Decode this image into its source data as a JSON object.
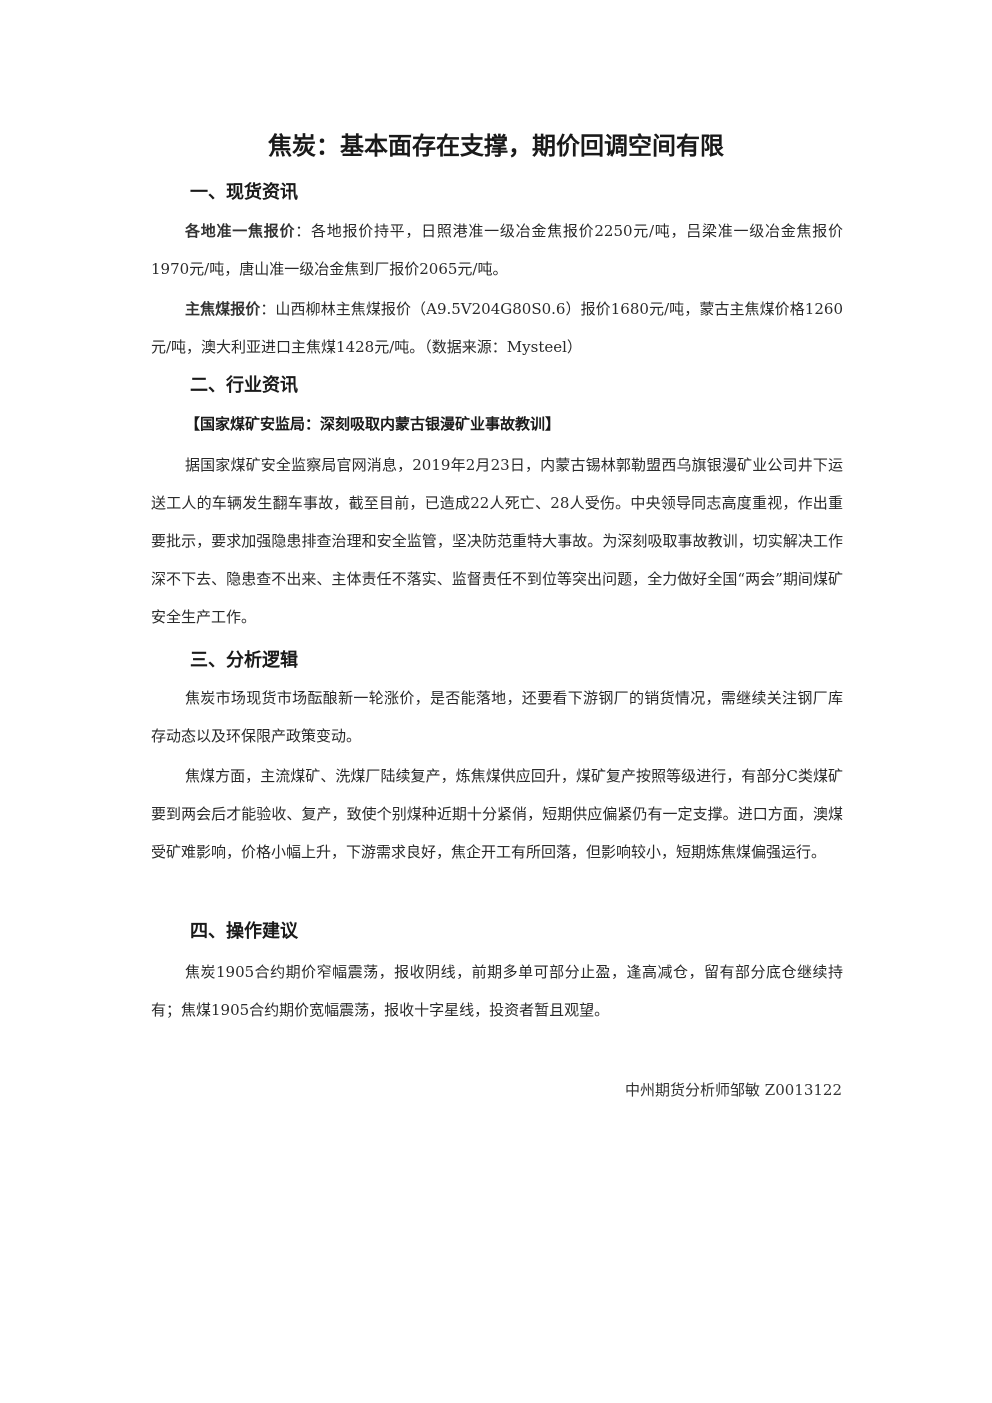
{
  "title": "焦炭：基本面存在支撑，期价回调空间有限",
  "sections": [
    {
      "heading": "一、现货资讯",
      "paragraphs": [
        {
          "lead": "各地准一焦报价",
          "text": "：各地报价持平，日照港准一级冶金焦报价2250元/吨，吕梁准一级冶金焦报价1970元/吨，唐山准一级冶金焦到厂报价2065元/吨。"
        },
        {
          "lead": "主焦煤报价",
          "text": "：山西柳林主焦煤报价（A9.5V204G80S0.6）报价1680元/吨，蒙古主焦煤价格1260元/吨，澳大利亚进口主焦煤1428元/吨。（数据来源：Mysteel）"
        }
      ]
    },
    {
      "heading": "二、行业资讯",
      "news_title": "【国家煤矿安监局：深刻吸取内蒙古银漫矿业事故教训】",
      "paragraphs": [
        {
          "text": "据国家煤矿安全监察局官网消息，2019年2月23日，内蒙古锡林郭勒盟西乌旗银漫矿业公司井下运送工人的车辆发生翻车事故，截至目前，已造成22人死亡、28人受伤。中央领导同志高度重视，作出重要批示，要求加强隐患排查治理和安全监管，坚决防范重特大事故。为深刻吸取事故教训，切实解决工作深不下去、隐患查不出来、主体责任不落实、监督责任不到位等突出问题，全力做好全国“两会”期间煤矿安全生产工作。"
        }
      ]
    },
    {
      "heading": "三、分析逻辑",
      "paragraphs": [
        {
          "text": "焦炭市场现货市场酝酿新一轮涨价，是否能落地，还要看下游钢厂的销货情况，需继续关注钢厂库存动态以及环保限产政策变动。"
        },
        {
          "text": "焦煤方面，主流煤矿、洗煤厂陆续复产，炼焦煤供应回升，煤矿复产按照等级进行，有部分C类煤矿要到两会后才能验收、复产，致使个别煤种近期十分紧俏，短期供应偏紧仍有一定支撑。进口方面，澳煤受矿难影响，价格小幅上升，下游需求良好，焦企开工有所回落，但影响较小，短期炼焦煤偏强运行。"
        }
      ]
    },
    {
      "heading": "四、操作建议",
      "paragraphs": [
        {
          "text": "焦炭1905合约期价窄幅震荡，报收阴线，前期多单可部分止盈，逢高减仓，留有部分底仓继续持有；焦煤1905合约期价宽幅震荡，报收十字星线，投资者暂且观望。"
        }
      ]
    }
  ],
  "signature": "中州期货分析师邹敏 Z0013122"
}
